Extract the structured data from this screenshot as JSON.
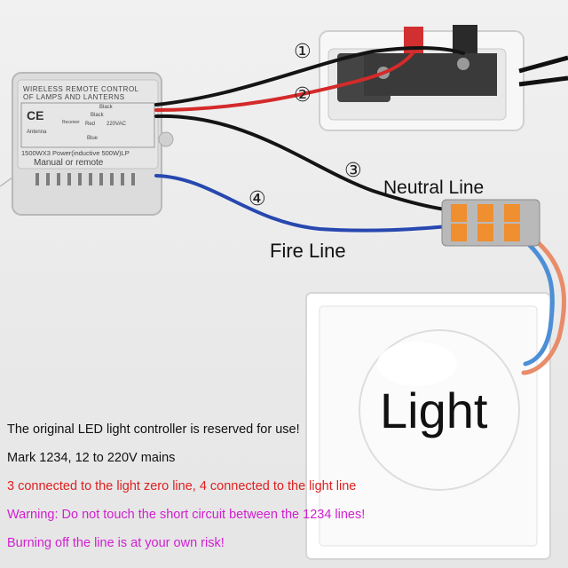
{
  "controller": {
    "title_line1": "WIRELESS REMOTE CONTROL",
    "title_line2": "OF LAMPS AND LANTERNS",
    "ce_mark": "CE",
    "wire_black_1": "Black",
    "wire_black_2": "Black",
    "wire_red": "Red",
    "voltage": "220VAC",
    "antenna_label": "Antenna",
    "receiver_label": "Receiver",
    "blue_label": "Blue",
    "power_line": "1500WX3 Power(inductive 500W)LP",
    "mode_line": "Manual or remote"
  },
  "markers": {
    "m1": "①",
    "m2": "②",
    "m3": "③",
    "m4": "④"
  },
  "labels": {
    "neutral": "Neutral Line",
    "fire": "Fire Line",
    "light": "Light"
  },
  "notes": [
    {
      "text": "The original LED light controller is reserved for use!",
      "color": "#111111"
    },
    {
      "text": "Mark 1234, 12 to 220V mains",
      "color": "#111111"
    },
    {
      "text": "3 connected to the light zero line, 4 connected to the light line",
      "color": "#e02020"
    },
    {
      "text": "Warning: Do not touch the short circuit between the 1234 lines!",
      "color": "#d020d0"
    },
    {
      "text": "Burning off the line is at your own risk!",
      "color": "#d020d0"
    }
  ]
}
